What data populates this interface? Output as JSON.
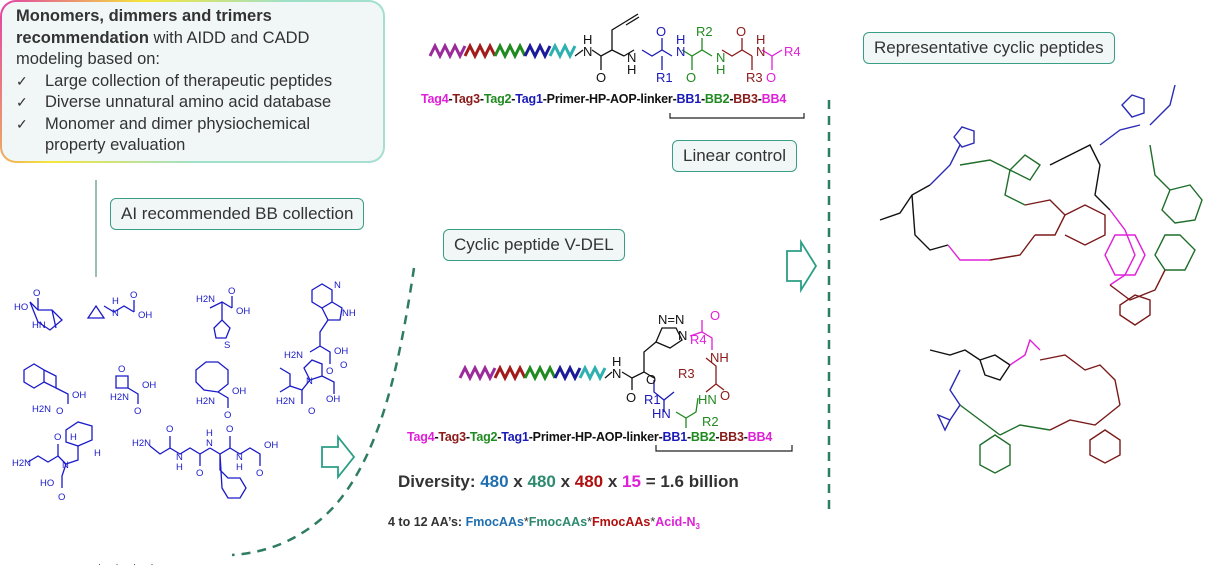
{
  "summary": {
    "title_bold": "Monomers, dimmers and trimers recommendation",
    "title_rest": " with AIDD and CADD modeling based on:",
    "bullets": [
      "Large collection of therapeutic peptides",
      "Diverse unnatural amino acid database",
      "Monomer and dimer physiochemical property evaluation"
    ],
    "check_glyph": "✓"
  },
  "labels": {
    "ai_bb": "AI recommended BB collection",
    "linear_control": "Linear control",
    "cyclic_vdel": "Cyclic peptide V-DEL",
    "representative": "Representative cyclic peptides"
  },
  "sequence": {
    "parts": [
      {
        "text": "Tag4",
        "color": "mag"
      },
      {
        "text": "-",
        "color": "blk"
      },
      {
        "text": "Tag3",
        "color": "red"
      },
      {
        "text": "-",
        "color": "blk"
      },
      {
        "text": "Tag2",
        "color": "grn"
      },
      {
        "text": "-",
        "color": "blk"
      },
      {
        "text": "Tag1",
        "color": "blu"
      },
      {
        "text": "-Primer-HP-AOP-linker-",
        "color": "blk"
      },
      {
        "text": "BB1",
        "color": "blu"
      },
      {
        "text": "-",
        "color": "blk"
      },
      {
        "text": "BB2",
        "color": "grn"
      },
      {
        "text": "-",
        "color": "blk"
      },
      {
        "text": "BB3",
        "color": "red"
      },
      {
        "text": "-",
        "color": "blk"
      },
      {
        "text": "BB4",
        "color": "mag"
      }
    ]
  },
  "linear_structure": {
    "labels": [
      "H",
      "N",
      "O",
      "N",
      "H",
      "O",
      "R1",
      "H",
      "N",
      "O",
      "R2",
      "N",
      "H",
      "O",
      "H",
      "N",
      "R3",
      "R4",
      "O"
    ]
  },
  "cyclic_structure": {
    "labels": [
      "N=N",
      "N",
      "R4",
      "O",
      "NH",
      "R3",
      "H",
      "N",
      "O",
      "NH",
      "R1",
      "HN",
      "O",
      "HN",
      "R2",
      "O"
    ]
  },
  "diversity": {
    "prefix": "Diversity: ",
    "values": [
      "480",
      "480",
      "480",
      "15"
    ],
    "times": " x ",
    "result": " = 1.6 billion"
  },
  "aa_line": {
    "prefix": "4 to 12 AA’s: ",
    "parts": [
      "FmocAAs",
      "FmocAAs",
      "FmocAAs",
      "Acid-N"
    ],
    "separator": "*",
    "subscript": "3"
  },
  "bb_molecules": [
    {
      "name": "azabicyclo-acid",
      "labels": [
        "O",
        "HO",
        "HN"
      ]
    },
    {
      "name": "cyclopropyl-glycine",
      "labels": [
        "H",
        "N",
        "O",
        "OH"
      ]
    },
    {
      "name": "thienyl-glycine",
      "labels": [
        "H2N",
        "O",
        "OH",
        "S"
      ]
    },
    {
      "name": "azatryptophan",
      "labels": [
        "N",
        "NH",
        "H2N",
        "OH",
        "O"
      ]
    },
    {
      "name": "aminoindane-acid",
      "labels": [
        "H2N",
        "OH",
        "O"
      ]
    },
    {
      "name": "aminooxetane-acid",
      "labels": [
        "O",
        "H2N",
        "OH",
        "O"
      ]
    },
    {
      "name": "aminocycloheptane-acid",
      "labels": [
        "H2N",
        "OH",
        "O"
      ]
    },
    {
      "name": "ile-pro-dipeptide",
      "labels": [
        "N",
        "O",
        "OH",
        "H2N",
        "O"
      ]
    },
    {
      "name": "beta-ala-octahydroindole",
      "labels": [
        "O",
        "H2N",
        "N",
        "H",
        "H",
        "HO",
        "O"
      ]
    },
    {
      "name": "gly-gly-phe-gly",
      "labels": [
        "H2N",
        "O",
        "N",
        "H",
        "O",
        "H",
        "N",
        "O",
        "N",
        "H",
        "OH",
        "O"
      ]
    }
  ],
  "footer_fragment": "· · · ·"
}
